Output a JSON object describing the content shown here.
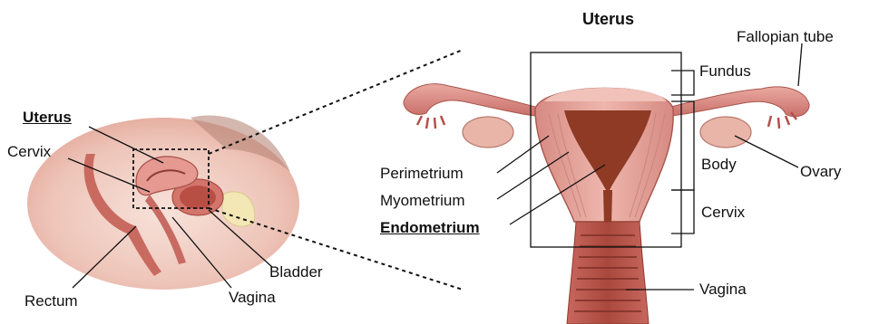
{
  "title": "Uterus",
  "left_labels": {
    "uterus": "Uterus",
    "cervix": "Cervix",
    "rectum": "Rectum",
    "vagina": "Vagina",
    "bladder": "Bladder"
  },
  "right_labels": {
    "fallopian_tube": "Fallopian tube",
    "fundus": "Fundus",
    "body": "Body",
    "ovary": "Ovary",
    "cervix": "Cervix",
    "vagina": "Vagina",
    "perimetrium": "Perimetrium",
    "myometrium": "Myometrium",
    "endometrium": "Endometrium"
  },
  "colors": {
    "tissue": "#e8a9a0",
    "tissue_dark": "#b8524a",
    "cavity": "#8e3a24",
    "muscle_light": "#f1c4bc",
    "pelvis_bg": "#f2d7cf",
    "bone": "#f3e7b5"
  }
}
